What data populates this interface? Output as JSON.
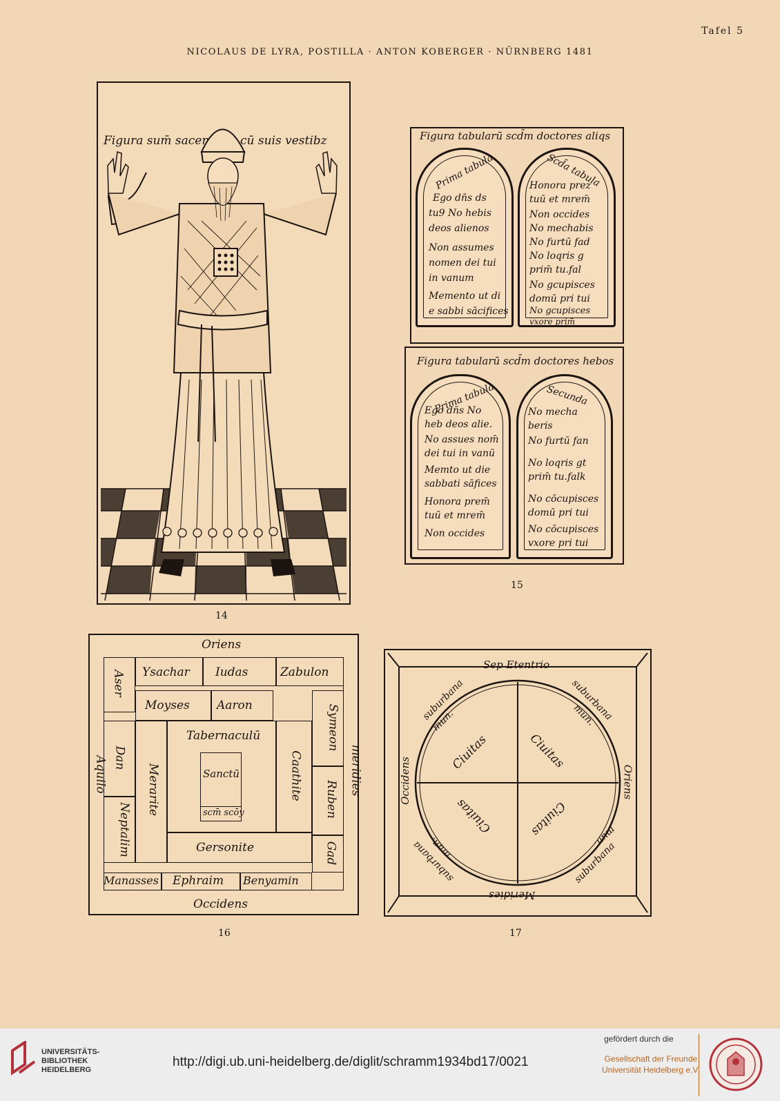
{
  "page": {
    "tafel": "Tafel 5",
    "header": "NICOLAUS DE LYRA, POSTILLA · ANTON KOBERGER · NÜRNBERG 1481"
  },
  "fig14": {
    "number": "14",
    "caption": "Figura sum̄ sacerdotis cū suis vestibz"
  },
  "fig15": {
    "number": "15",
    "upper": {
      "title": "Figura tabularū scd̄m doctores aliqs",
      "left_tab": {
        "heading": "Prima tabula",
        "lines": [
          "Ego dn̄s ds",
          "tu9 No hebis",
          "deos alienos",
          "Non assumes",
          "nomen dei tui",
          "in vanum",
          "Memento ut di",
          "e sabbi sācifices"
        ]
      },
      "right_tab": {
        "heading": "Scd̄a tabula",
        "lines": [
          "Honora prez",
          "tuū et mrem̄",
          "Non occides",
          "No mechabis",
          "No furtū fad",
          "No loqris g",
          "prim̄ tu.fal",
          "No gcupisces",
          "domū pri tui",
          "No gcupisces",
          "vxore prim̄"
        ]
      }
    },
    "lower": {
      "title": "Figura tabularū scd̄m doctores hebos",
      "left_tab": {
        "heading": "Prima tabula",
        "lines": [
          "Ego dn̄s No",
          "heb deos alie.",
          "No assues nom̄",
          "dei tui in vanū",
          "Memto ut die",
          "sabbati sāfices",
          "Honora prem̄",
          "tuū et mrem̄",
          "Non occides"
        ]
      },
      "right_tab": {
        "heading": "Secunda",
        "lines": [
          "No mecha",
          "beris",
          "No furtū fan",
          "No loqris gt",
          "prim̄ tu.falk",
          "No cōcupisces",
          "domū pri tui",
          "No cōcupisces",
          "vxore pri tui"
        ]
      }
    }
  },
  "fig16": {
    "number": "16",
    "oriens": "Oriens",
    "occidens": "Occidens",
    "aquilo": "Aquilo",
    "meridies": "meridies",
    "aser": "Aser",
    "ysachar": "Ysachar",
    "iudas": "Iudas",
    "zabulon": "Zabulon",
    "moyses": "Moyses",
    "aaron": "Aaron",
    "symeon": "Symeon",
    "dan": "Dan",
    "merarite": "Merarite",
    "tabernaculum": "Tabernaculū",
    "sanctum": "Sanctū",
    "sanctum_sanctorum": "scm̄ scōy",
    "caathite": "Caathite",
    "ruben": "Ruben",
    "neptalim": "Neptalim",
    "gersonite": "Gersonite",
    "gad": "Gad",
    "manasses": "Manasses",
    "ephraim": "Ephraim",
    "benyamin": "Benyamin"
  },
  "fig17": {
    "number": "17",
    "septentrio": "Sep Etentrio",
    "meridies": "Meridies",
    "oriens": "Oriens",
    "occidens": "Occidens",
    "suburbana": "suburbana",
    "mun": "mun.",
    "civitas": "Ciuitas"
  },
  "footer": {
    "url": "http://digi.ub.uni-heidelberg.de/diglit/schramm1934bd17/0021",
    "ub_line1": "UNIVERSITÄTS-",
    "ub_line2": "BIBLIOTHEK",
    "ub_line3": "HEIDELBERG",
    "gefoerdert": "gefördert durch die",
    "ges_line1": "Gesellschaft der Freunde",
    "ges_line2": "Universität Heidelberg e.V."
  },
  "colors": {
    "paper": "#f2d7b6",
    "ink": "#1c1410",
    "footer": "#ededed",
    "accent": "#c0651e",
    "ub_red": "#b5313a"
  }
}
